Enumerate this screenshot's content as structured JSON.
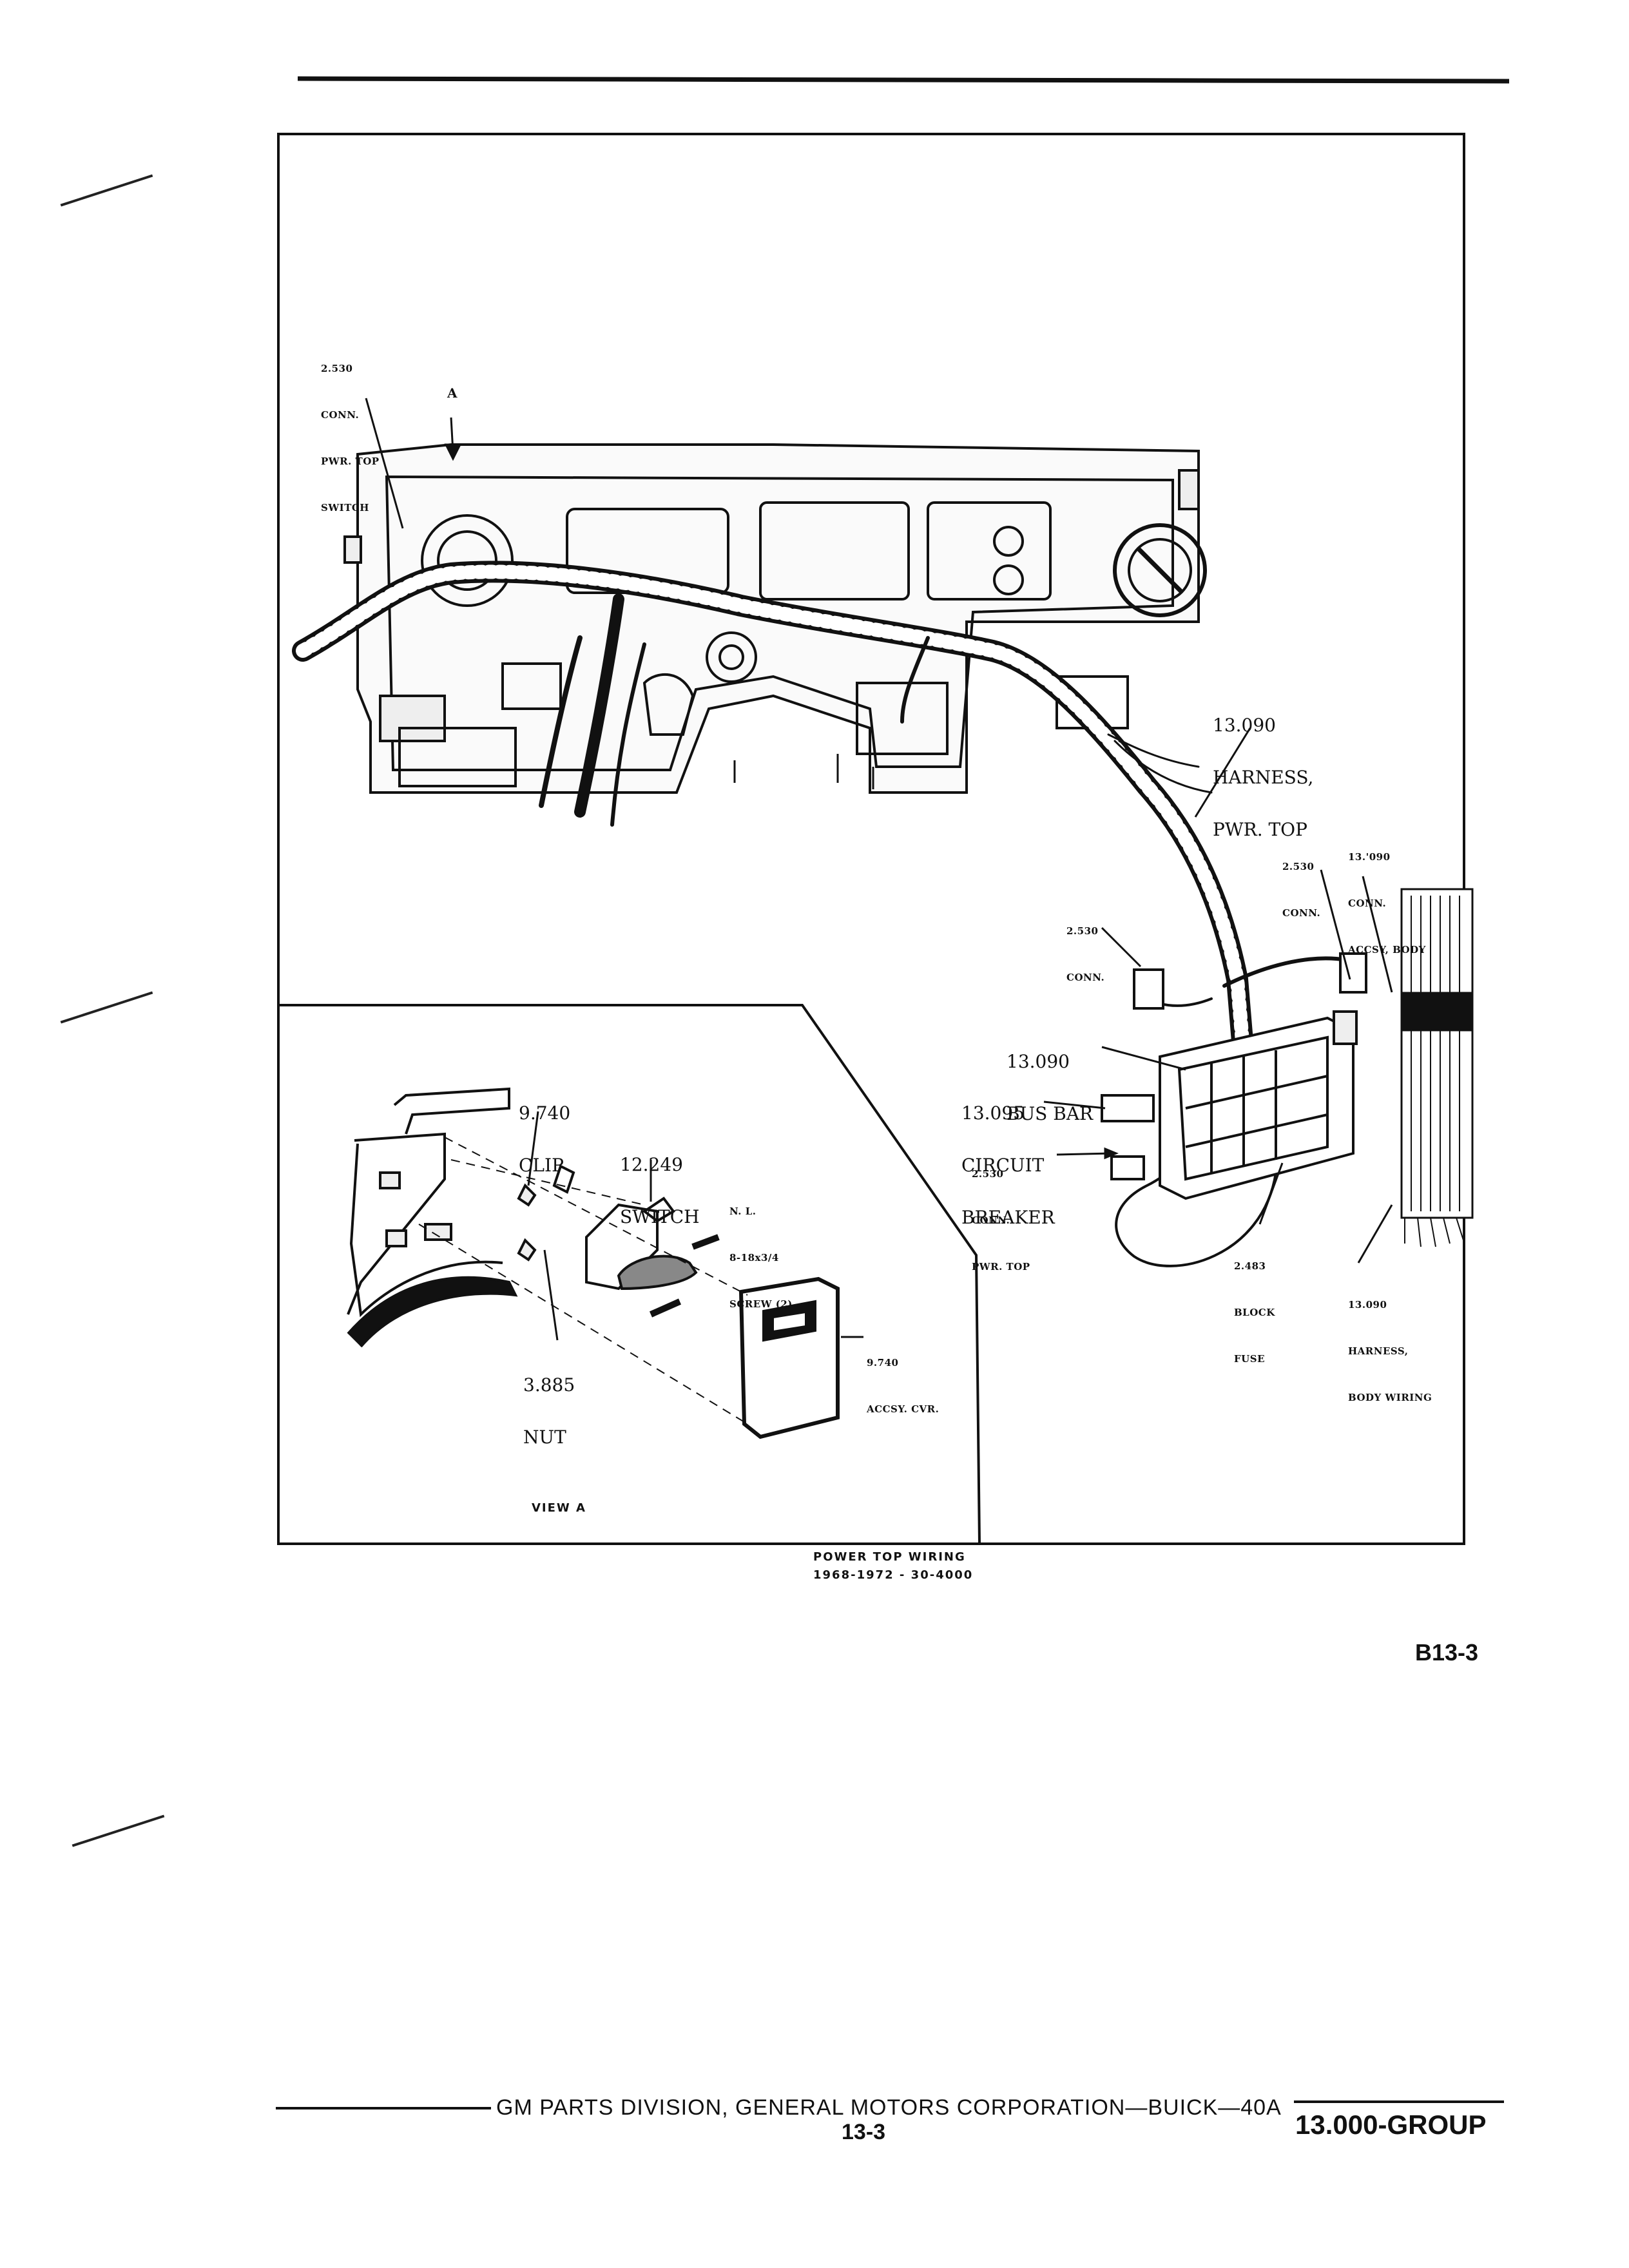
{
  "figure": {
    "caption_line1": "POWER TOP WIRING",
    "caption_line2": "1968-1972 - 30-4000",
    "page_ref": "B13-3",
    "inset_title": "VIEW A"
  },
  "callouts": {
    "pwr_top_switch_conn": {
      "num": "2.530",
      "l1": "CONN.",
      "l2": "PWR. TOP",
      "l3": "SWITCH"
    },
    "view_marker": "A",
    "harness_pwr_top": {
      "num": "13.090",
      "l1": "HARNESS,",
      "l2": "PWR. TOP"
    },
    "conn_right": {
      "num": "2.530",
      "l1": "CONN."
    },
    "conn_accsy_body": {
      "num": "13.'090",
      "l1": "CONN.",
      "l2": "ACCSY, BODY"
    },
    "conn_mid": {
      "num": "2.530",
      "l1": "CONN."
    },
    "bus_bar": {
      "num": "13.090",
      "l1": "BUS BAR"
    },
    "circuit_breaker": {
      "num": "13.095",
      "l1": "CIRCUIT",
      "l2": "BREAKER"
    },
    "conn_pwr_top": {
      "num": "2.530",
      "l1": "CONN.",
      "l2": "PWR. TOP"
    },
    "fuse_block": {
      "num": "2.483",
      "l1": "BLOCK",
      "l2": "FUSE"
    },
    "harness_body_wiring": {
      "num": "13.090",
      "l1": "HARNESS,",
      "l2": "BODY WIRING"
    },
    "clip": {
      "num": "9.740",
      "l1": "CLIP"
    },
    "switch": {
      "num": "12.249",
      "l1": "SWITCH"
    },
    "screw": {
      "num": "N. L.",
      "l1": "8-18x3/4",
      "l2": "SCREW (2)"
    },
    "accsy_cvr": {
      "num": "9.740",
      "l1": "ACCSY. CVR."
    },
    "nut": {
      "num": "3.885",
      "l1": "NUT"
    }
  },
  "footer": {
    "publisher": "GM PARTS DIVISION,  GENERAL MOTORS CORPORATION—BUICK—40A",
    "page_number": "13-3",
    "group": "13.000-GROUP"
  }
}
